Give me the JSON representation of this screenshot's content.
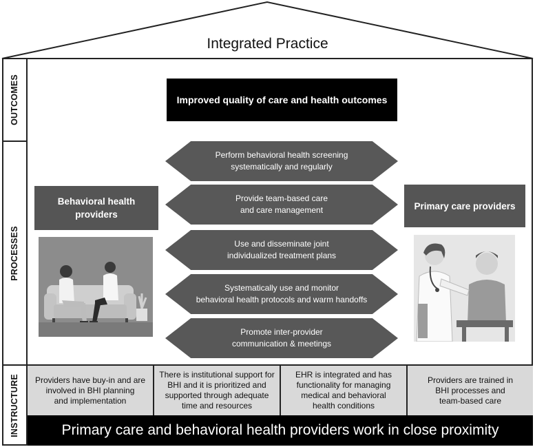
{
  "title": "Integrated Practice",
  "sections": {
    "outcomes": "OUTCOMES",
    "processes": "PROCESSES",
    "infrastructure": "INSTRUCTURE"
  },
  "outcome": "Improved quality of care and health outcomes",
  "processes": [
    [
      "Perform behavioral health screening",
      "systematically and regularly"
    ],
    [
      "Provide team-based care",
      "and care management"
    ],
    [
      "Use and disseminate joint",
      "individualized treatment plans"
    ],
    [
      "Systematically use and monitor",
      "behavioral health protocols and warm handoffs"
    ],
    [
      "Promote inter-provider",
      "communication & meetings"
    ]
  ],
  "left_provider": [
    "Behavioral health",
    "providers"
  ],
  "right_provider": "Primary care providers",
  "infrastructure_items": [
    [
      "Providers have buy-in and are",
      "involved in BHI planning",
      "and implementation"
    ],
    [
      "There is institutional support for",
      "BHI and it is prioritized and",
      "supported through adequate",
      "time and resources"
    ],
    [
      "EHR is integrated and has",
      "functionality for managing",
      "medical and behavioral",
      "health conditions"
    ],
    [
      "Providers are trained in",
      "BHI processes and",
      "team-based care"
    ]
  ],
  "foundation": "Primary care and behavioral health providers work in close proximity",
  "colors": {
    "dark": "#000000",
    "arrow": "#585858",
    "provider_box": "#555555",
    "infra_bg": "#d9d9d9"
  }
}
